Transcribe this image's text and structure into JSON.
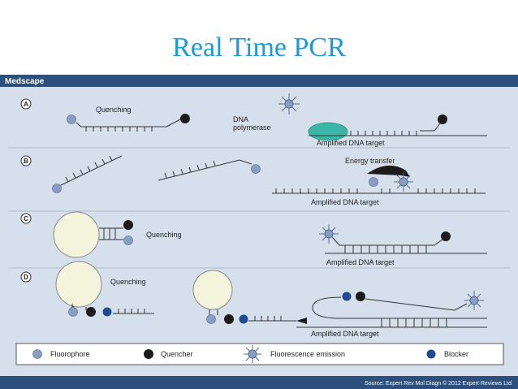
{
  "slide_title": "Real Time PCR",
  "brand": "Medscape",
  "colors": {
    "title": "#1a9ad6",
    "header_bar": "#2d4f7e",
    "panel_bg": "#d6e0ec",
    "panel_inner": "#eef2f7",
    "fluorophore": "#8a9ec5",
    "quencher": "#1b1b1b",
    "blocker": "#1e4b92",
    "polymerase": "#3bb5a6",
    "hairpin_loop": "#f2f5dc"
  },
  "panels": {
    "a": {
      "letter": "A",
      "quenching": "Quenching",
      "dna_polymerase_line1": "DNA",
      "dna_polymerase_line2": "polymerase",
      "amplified": "Amplified DNA target"
    },
    "b": {
      "letter": "B",
      "energy_transfer": "Energy transfer",
      "amplified": "Amplified DNA target"
    },
    "c": {
      "letter": "C",
      "quenching": "Quenching",
      "amplified": "Amplified DNA target"
    },
    "d": {
      "letter": "D",
      "quenching": "Quenching",
      "amplified": "Amplified DNA target"
    }
  },
  "legend": {
    "fluorophore": "Fluorophore",
    "quencher": "Quencher",
    "emission": "Fluorescence emission",
    "blocker": "Blocker"
  },
  "source": "Source: Expert Rev Mol Diagn © 2012 Expert Reviews Ltd"
}
